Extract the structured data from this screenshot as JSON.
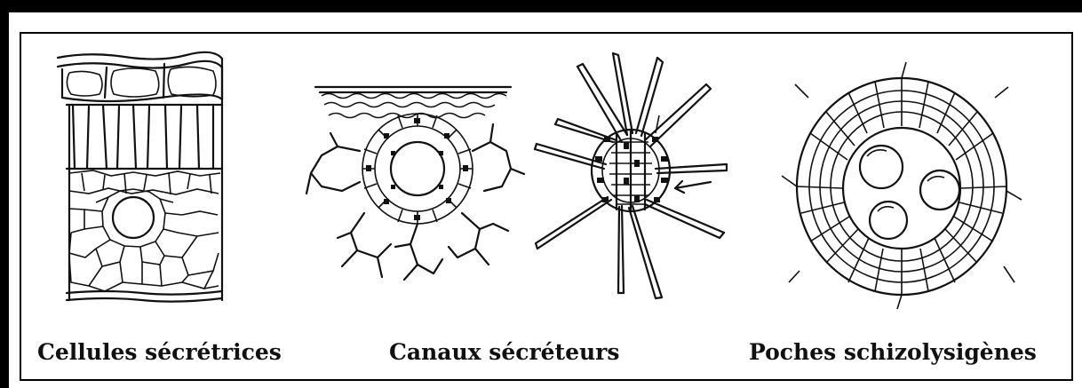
{
  "figure": {
    "captions": {
      "cells": "Cellules sécrétrices",
      "canals": "Canaux sécréteurs",
      "pockets": "Poches schizolysigènes"
    }
  }
}
